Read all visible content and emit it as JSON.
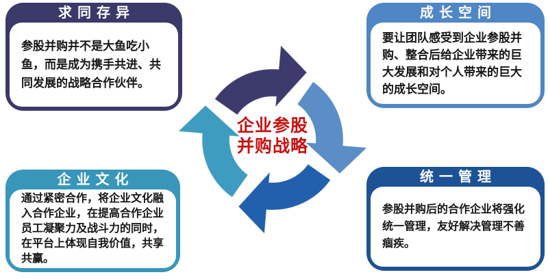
{
  "canvas": {
    "background": "#ffffff"
  },
  "center": {
    "line1": "企业参股",
    "line2": "并购战略",
    "color": "#c81111"
  },
  "cycle": {
    "colors": {
      "top_left_arrow": "#3d3a6e",
      "top_right_arrow": "#5b8dc7",
      "bottom_right_arrow": "#2160ac",
      "bottom_left_arrow": "#3e9cc1"
    }
  },
  "boxes": [
    {
      "title": "求同存异",
      "body": "参股并购并不是大鱼吃小鱼，而是成为携手共进、共同发展的战略合作伙伴。",
      "bg": "#3b3969"
    },
    {
      "title": "成长空间",
      "body": "要让团队感受到企业参股并购、整合后给企业带来的巨大发展和对个人带来的巨大的成长空间。",
      "bg": "#4f86c5"
    },
    {
      "title": "企业文化",
      "body": "通过紧密合作，将企业文化融入合作企业，在提高合作企业员工凝聚力及战斗力的同时，在平台上体现自我价值，共享共赢。",
      "bg": "#3996bb"
    },
    {
      "title": "统一管理",
      "body": "参股并购后的合作企业将强化统一管理，友好解决管理不善痼疾。",
      "bg": "#1d5296"
    }
  ]
}
